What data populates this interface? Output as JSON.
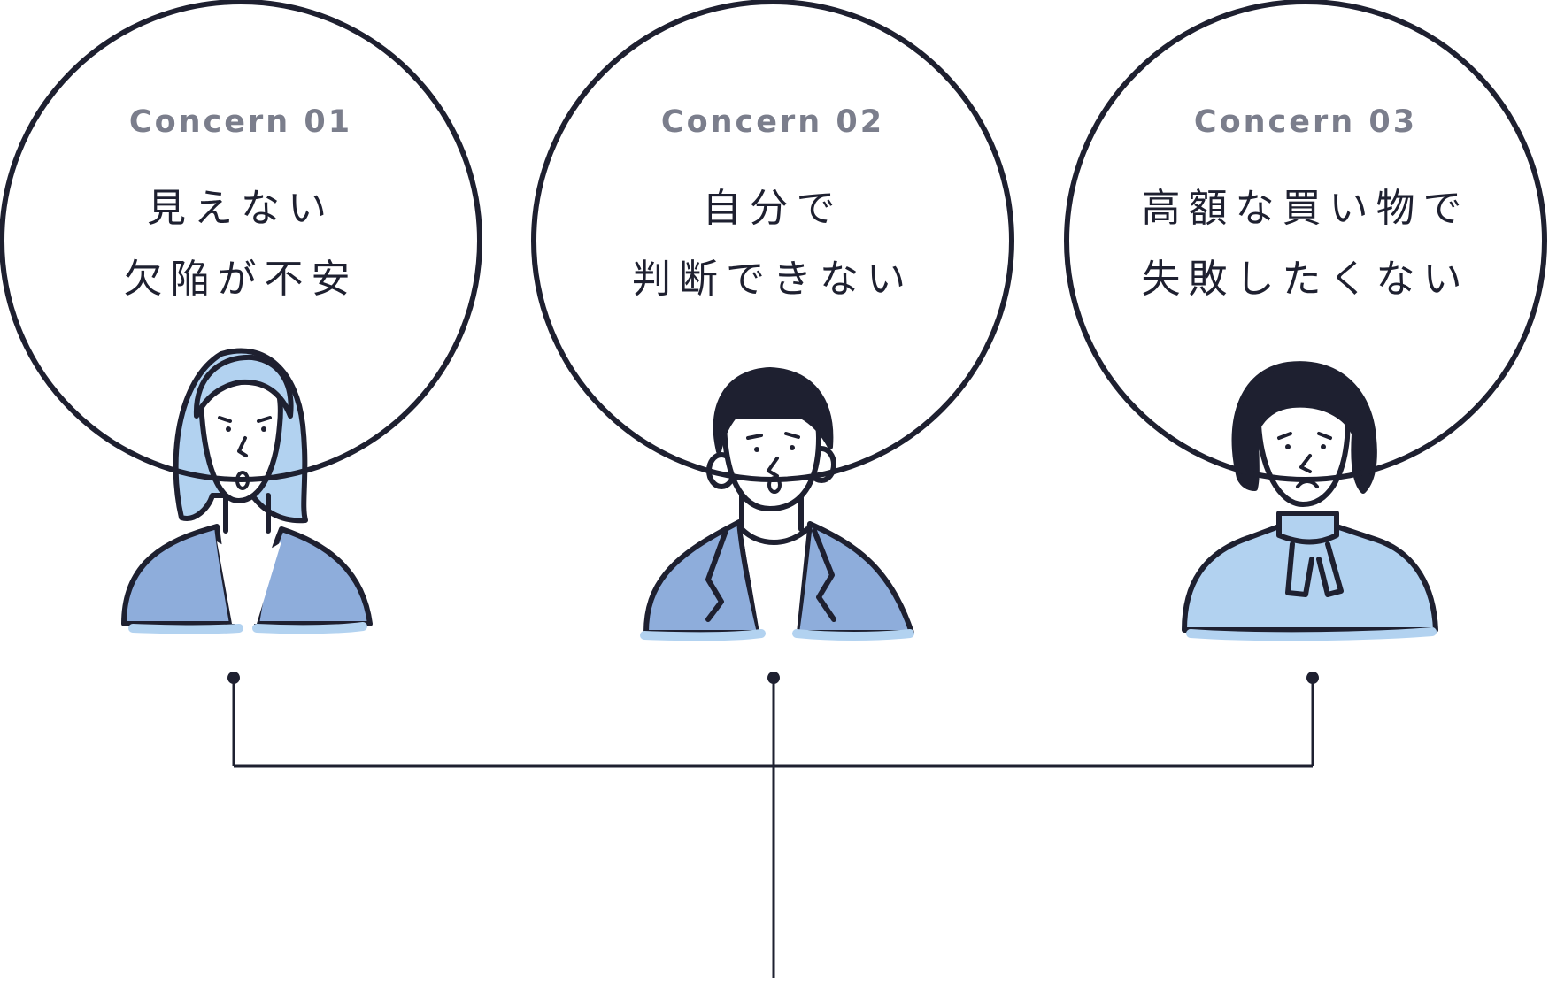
{
  "concerns": [
    {
      "label": "Concern 01",
      "lines": [
        "見えない",
        "欠陥が不安"
      ]
    },
    {
      "label": "Concern 02",
      "lines": [
        "自分で",
        "判断できない"
      ]
    },
    {
      "label": "Concern 03",
      "lines": [
        "高額な買い物で",
        "失敗したくない"
      ]
    }
  ],
  "colors": {
    "ink": "#1e2030",
    "label_gray": "#7b7e8c",
    "jacket_blue": "#8eaddb",
    "light_blue": "#b2d2f0",
    "background": "#ffffff"
  }
}
